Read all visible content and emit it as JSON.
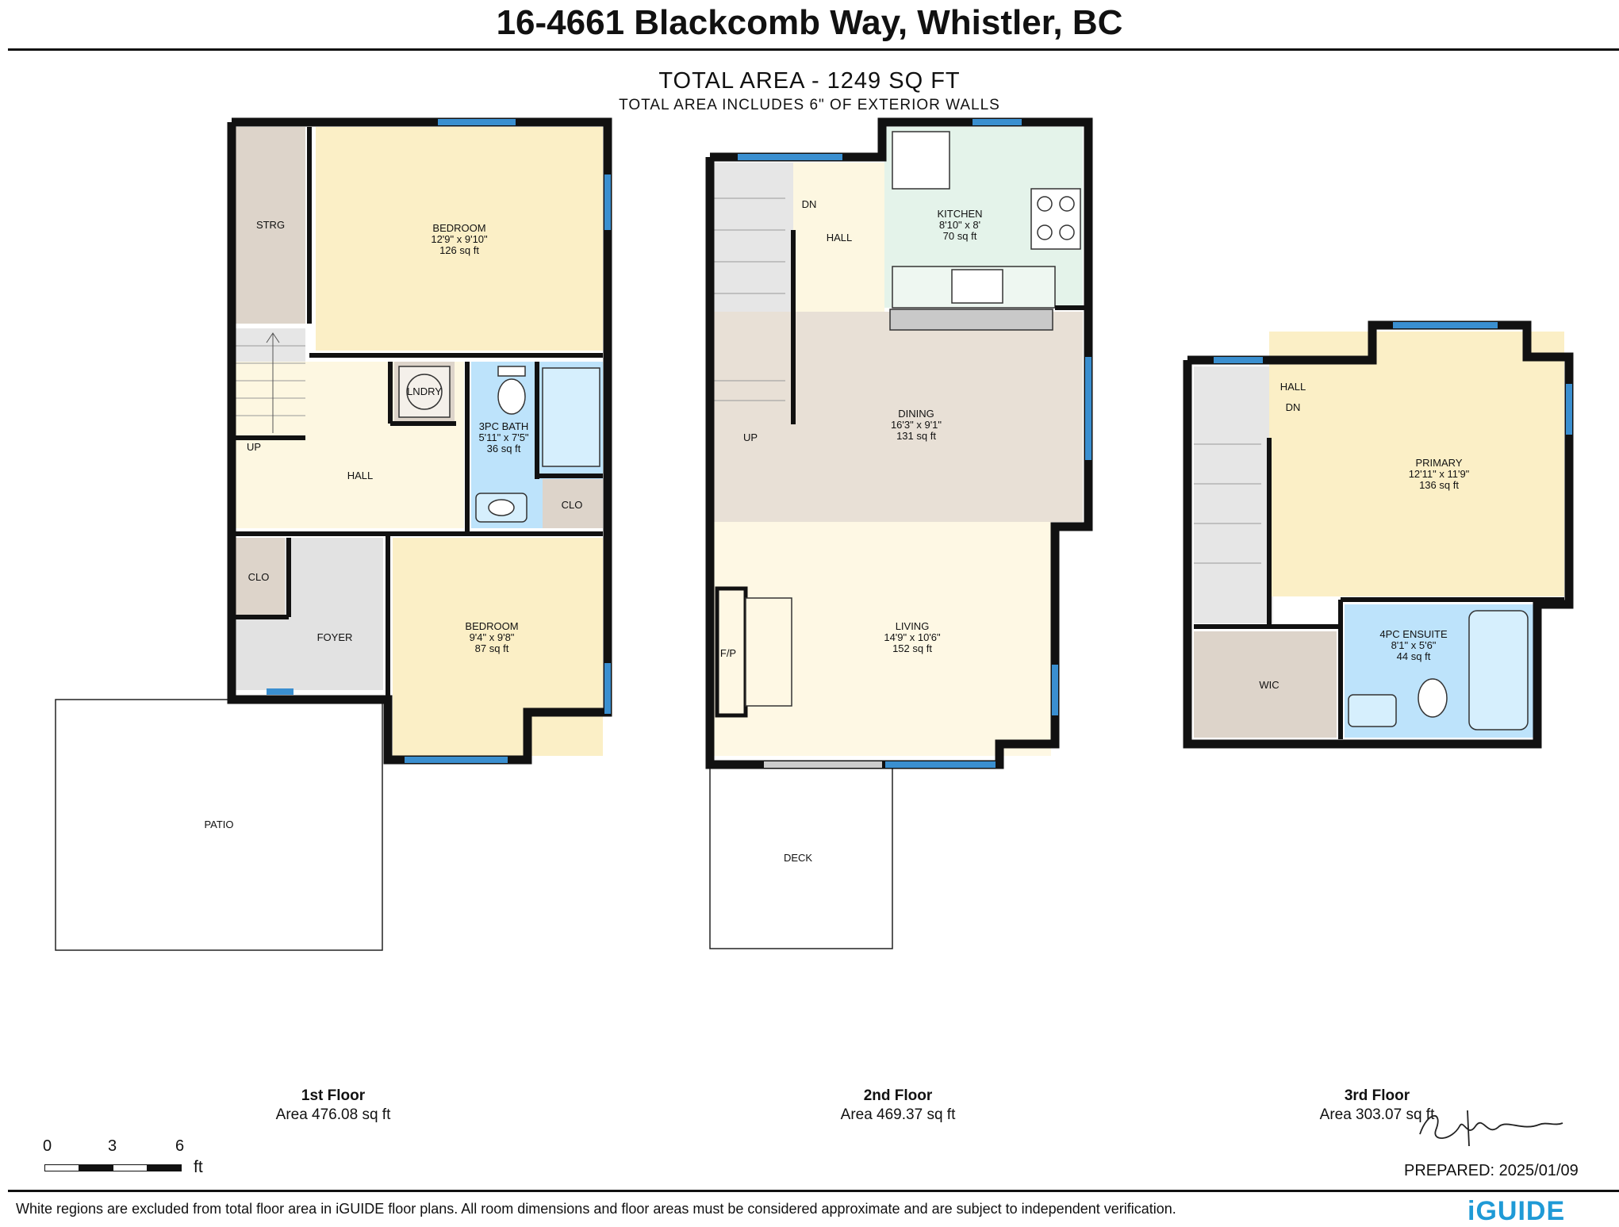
{
  "header": {
    "title": "16-4661 Blackcomb Way, Whistler, BC",
    "total_area": "TOTAL AREA - 1249 SQ FT",
    "total_area_note": "TOTAL AREA INCLUDES 6\" OF EXTERIOR WALLS"
  },
  "colors": {
    "wall": "#111111",
    "window": "#3a8fd0",
    "bedroom": "#fbefc6",
    "hall": "#fdf7e1",
    "bath": "#bde3fb",
    "storage": "#ddd4ca",
    "kitchen": "#e4f3ea",
    "dining": "#e8e0d6",
    "living": "#fef8e4",
    "foyer": "#e2e2e2",
    "stairs": "#e6e6e6"
  },
  "floor1": {
    "storage": "STRG",
    "bedroom1": {
      "name": "BEDROOM",
      "dims": "12'9\" x 9'10\"",
      "area": "126 sq ft"
    },
    "laundry": "LNDRY",
    "bath": {
      "name": "3PC BATH",
      "dims": "5'11\" x 7'5\"",
      "area": "36 sq ft"
    },
    "up": "UP",
    "hall": "HALL",
    "closet1": "CLO",
    "closet2": "CLO",
    "foyer": "FOYER",
    "bedroom2": {
      "name": "BEDROOM",
      "dims": "9'4\" x 9'8\"",
      "area": "87 sq ft"
    },
    "patio": "PATIO"
  },
  "floor2": {
    "dn": "DN",
    "hall": "HALL",
    "kitchen": {
      "name": "KITCHEN",
      "dims": "8'10\" x 8'",
      "area": "70 sq ft"
    },
    "up": "UP",
    "dining": {
      "name": "DINING",
      "dims": "16'3\" x 9'1\"",
      "area": "131 sq ft"
    },
    "fireplace": "F/P",
    "living": {
      "name": "LIVING",
      "dims": "14'9\" x 10'6\"",
      "area": "152 sq ft"
    },
    "deck": "DECK"
  },
  "floor3": {
    "hall": "HALL",
    "dn": "DN",
    "primary": {
      "name": "PRIMARY",
      "dims": "12'11\" x 11'9\"",
      "area": "136 sq ft"
    },
    "wic": "WIC",
    "ensuite": {
      "name": "4PC ENSUITE",
      "dims": "8'1\" x 5'6\"",
      "area": "44 sq ft"
    }
  },
  "floor_captions": [
    {
      "name": "1st Floor",
      "area": "Area 476.08 sq ft"
    },
    {
      "name": "2nd Floor",
      "area": "Area 469.37 sq ft"
    },
    {
      "name": "3rd Floor",
      "area": "Area 303.07 sq ft"
    }
  ],
  "scale": {
    "ticks": [
      "0",
      "3",
      "6"
    ],
    "unit": "ft"
  },
  "prepared": "PREPARED: 2025/01/09",
  "footnote": "White regions are excluded from total floor area in iGUIDE floor plans. All room dimensions and floor areas must be considered approximate and are subject to independent verification.",
  "brand": "iGUIDE"
}
